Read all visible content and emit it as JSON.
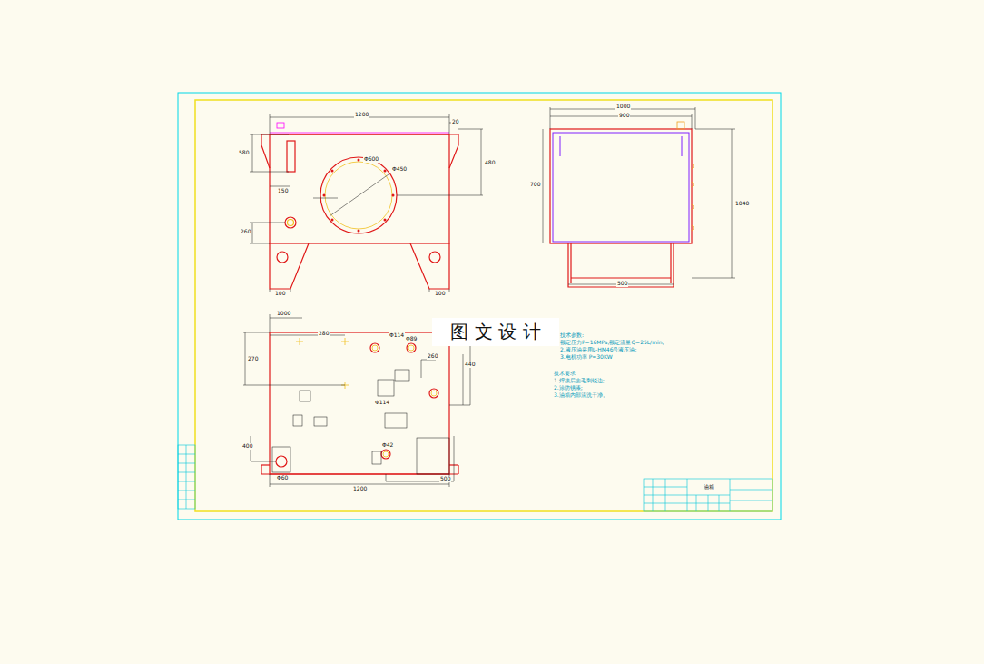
{
  "diagram": {
    "nodes": [
      {
        "text": [
          "图 文 设 计"
        ]
      },
      {
        "text": [
          "油箱"
        ]
      }
    ],
    "labels": [
      "1200",
      "20",
      "580",
      "Φ600",
      "Φ450",
      "480",
      "150",
      "260",
      "100",
      "100",
      "1000",
      "900",
      "700",
      "1040",
      "500",
      "1000",
      "280",
      "Φ114",
      "Φ89",
      "270",
      "Φ60",
      "1200",
      "400",
      "500",
      "Φ42",
      "Φ114",
      "440",
      "260",
      "技术参数:",
      "额定压力P=16MPa,额定流量Q=25L/min;",
      "2.液压油采用L-HM46号液压油;",
      "3.电机功率 P=30KW",
      "技术要求",
      "1.焊接后去毛刺锐边;",
      "2.涂防锈漆;",
      "3.油箱内部清洗干净。"
    ]
  }
}
